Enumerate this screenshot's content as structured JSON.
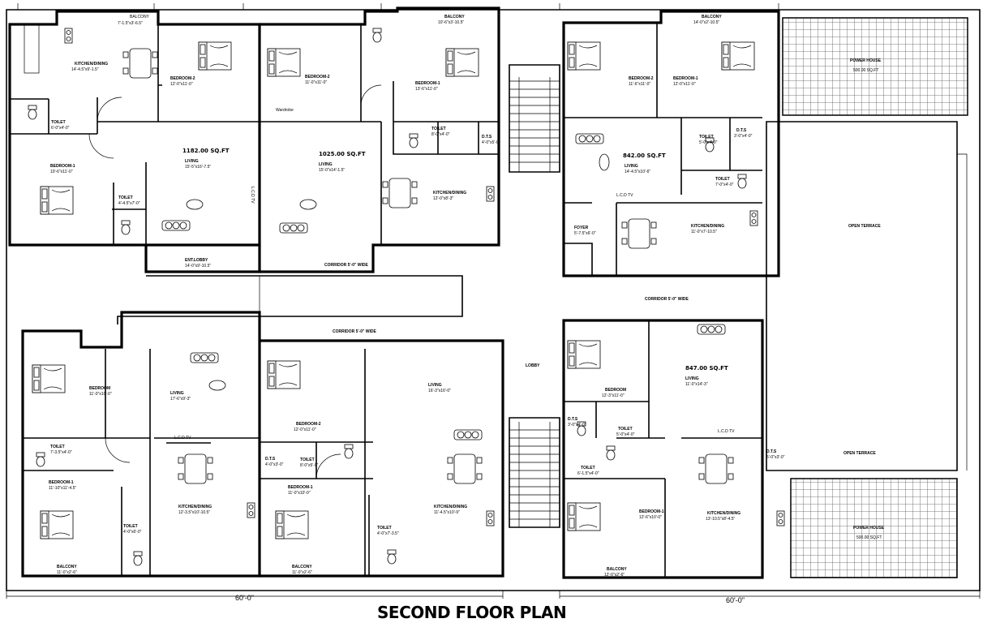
{
  "drawing": {
    "title": "SECOND FLOOR PLAN",
    "frontage_left": "60'-0\"",
    "frontage_right": "60'-0\""
  },
  "rooms": {
    "a_balcony": {
      "name": "BALCONY",
      "size": "7'-1.5\"x3'-6.5\""
    },
    "a_kitchen": {
      "name": "KITCHEN/DINING",
      "size": "14'-4.5\"x9'-1.5\""
    },
    "a_bedroom2": {
      "name": "BEDROOM-2",
      "size": "12'-0\"x11'-0\""
    },
    "a_toilet1": {
      "name": "TOILET",
      "size": "6'-0\"x4'-0\""
    },
    "a_bedroom1": {
      "name": "BEDROOM-1",
      "size": "10'-6\"x11'-0\""
    },
    "a_living": {
      "name": "LIVING",
      "size": "15'-5\"x16'-7.5\""
    },
    "a_area": {
      "name": "1182.00 SQ.FT"
    },
    "a_toilet2": {
      "name": "TOILET",
      "size": "4'-4.5\"x7'-0\""
    },
    "a_lcd": {
      "name": "L.C.D TV"
    },
    "b_bedroom2": {
      "name": "BEDROOM-2",
      "size": "11'-0\"x11'-0\""
    },
    "b_area": {
      "name": "1025.00 SQ.FT"
    },
    "b_living": {
      "name": "LIVING",
      "size": "15'-0\"x14'-1.5\""
    },
    "b_balcony": {
      "name": "BALCONY",
      "size": "10'-6\"x3'-10.5\""
    },
    "b_bedroom1": {
      "name": "BEDROOM-1",
      "size": "13'-6\"x11'-0\""
    },
    "b_toilet": {
      "name": "TOILET",
      "size": "8'-0\"x4'-0\""
    },
    "b_dts": {
      "name": "D.T.S",
      "size": "4'-0\"x5'-0\""
    },
    "b_kitchen": {
      "name": "KITCHEN/DINING",
      "size": "12'-0\"x8'-3\""
    },
    "b_wardrobe": {
      "name": "Wardrobe"
    },
    "entlobby": {
      "name": "ENT.LOBBY",
      "size": "14'-0\"x9'-10.5\""
    },
    "corridor_top": {
      "name": "CORRIDOR 5'-0\" WIDE"
    },
    "corridor_bottom": {
      "name": "CORRIDOR 5'-0\" WIDE"
    },
    "corridor_right": {
      "name": "CORRIDOR 5'-0\" WIDE"
    },
    "c_bedroom2": {
      "name": "BEDROOM-2",
      "size": "11'-6\"x11'-0\""
    },
    "c_bedroom1": {
      "name": "BEDROOM-1",
      "size": "12'-0\"x11'-0\""
    },
    "c_balcony": {
      "name": "BALCONY",
      "size": "14'-0\"x2'-10.5\""
    },
    "c_toilet1": {
      "name": "TOILET",
      "size": "5'-0\"x4'-0\""
    },
    "c_dts": {
      "name": "D.T.S",
      "size": "3'-0\"x4'-0\""
    },
    "c_area": {
      "name": "842.00 SQ.FT"
    },
    "c_living": {
      "name": "LIVING",
      "size": "14'-4.5\"x10'-6\""
    },
    "c_toilet2": {
      "name": "TOILET",
      "size": "7'-0\"x4'-0\""
    },
    "c_foyer": {
      "name": "FOYER",
      "size": "5'-7.5\"x6'-0\""
    },
    "c_kitchen": {
      "name": "KITCHEN/DINING",
      "size": "11'-0\"x7'-10.5\""
    },
    "c_lcd": {
      "name": "L.C.D TV"
    },
    "power_house_top": {
      "name": "POWER HOUSE",
      "size": "500.00 SQ.FT"
    },
    "power_house_bottom": {
      "name": "POWER HOUSE",
      "size": "500.00 SQ.FT"
    },
    "open_terrace_1": {
      "name": "OPEN TERRACE"
    },
    "open_terrace_2": {
      "name": "OPEN TERRACE"
    },
    "dts_terrace": {
      "name": "D.T.S",
      "size": "5'-0\"x3'-0\""
    },
    "d_bedroom": {
      "name": "BEDROOM",
      "size": "11'-0\"x10'-0\""
    },
    "d_toilet": {
      "name": "TOILET",
      "size": "7'-3.5\"x4'-0\""
    },
    "d_living": {
      "name": "LIVING",
      "size": "17'-6\"x9'-3\""
    },
    "d_lcd": {
      "name": "L.C.D TV"
    },
    "d_bedroom1": {
      "name": "BEDROOM-1",
      "size": "11'-10\"x11'-4.5\""
    },
    "d_toilet2": {
      "name": "TOILET",
      "size": "4'-0\"x6'-0\""
    },
    "d_kitchen": {
      "name": "KITCHEN/DINING",
      "size": "12'-3.5\"x10'-10.5\""
    },
    "d_balcony": {
      "name": "BALCONY",
      "size": "11'-0\"x2'-6\""
    },
    "e_bedroom2": {
      "name": "BEDROOM-2",
      "size": "12'-0\"x11'-0\""
    },
    "e_dts": {
      "name": "D.T.S",
      "size": "4'-0\"x3'-0\""
    },
    "e_toilet": {
      "name": "TOILET",
      "size": "8'-0\"x5'-0\""
    },
    "e_bedroom1": {
      "name": "BEDROOM-1",
      "size": "11'-0\"x10'-0\""
    },
    "e_living": {
      "name": "LIVING",
      "size": "16'-3\"x16'-0\""
    },
    "e_kitchen": {
      "name": "KITCHEN/DINING",
      "size": "11'-4.5\"x10'-9\""
    },
    "e_balcony": {
      "name": "BALCONY",
      "size": "11'-0\"x2'-6\""
    },
    "e_toilet2": {
      "name": "TOILET",
      "size": "4'-0\"x7'-3.5\""
    },
    "lobby": {
      "name": "LOBBY"
    },
    "f_bedroom": {
      "name": "BEDROOM",
      "size": "12'-3\"x11'-0\""
    },
    "f_area": {
      "name": "847.00 SQ.FT"
    },
    "f_living": {
      "name": "LIVING",
      "size": "11'-0\"x14'-3\""
    },
    "f_dts": {
      "name": "D.T.S",
      "size": "3'-0\"x4'-0\""
    },
    "f_toilet": {
      "name": "TOILET",
      "size": "5'-0\"x4'-0\""
    },
    "f_toilet2": {
      "name": "TOILET",
      "size": "6'-1.5\"x4'-0\""
    },
    "f_lcd": {
      "name": "L.C.D TV"
    },
    "f_bedroom1": {
      "name": "BEDROOM-1",
      "size": "12'-6\"x10'-0\""
    },
    "f_kitchen": {
      "name": "KITCHEN/DINING",
      "size": "13'-10.5\"x8'-4.5\""
    },
    "f_balcony": {
      "name": "BALCONY",
      "size": "12'-0\"x2'-6\""
    }
  }
}
